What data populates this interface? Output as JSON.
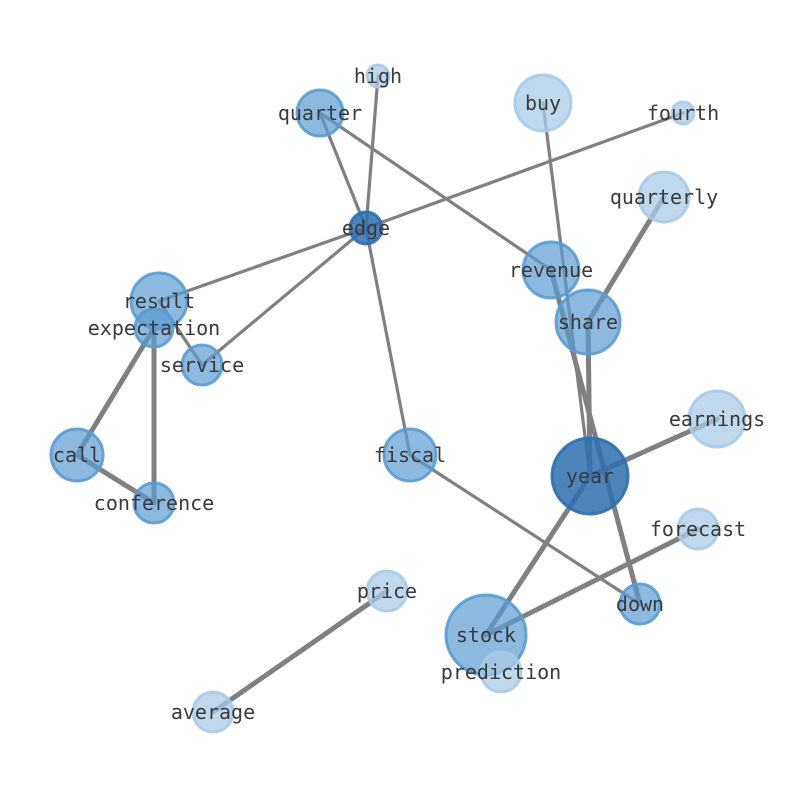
{
  "colors": {
    "edge": "#808080",
    "node_dark": "#2f6fb0",
    "node_mid": "#5a9bd1",
    "node_light": "#a9cbe6",
    "label": "#3a3a3a"
  },
  "nodes": [
    {
      "id": "high",
      "label": "high",
      "tone": "light"
    },
    {
      "id": "quarter",
      "label": "quarter",
      "tone": "mid"
    },
    {
      "id": "buy",
      "label": "buy",
      "tone": "light"
    },
    {
      "id": "fourth",
      "label": "fourth",
      "tone": "light"
    },
    {
      "id": "quarterly",
      "label": "quarterly",
      "tone": "light"
    },
    {
      "id": "edge",
      "label": "edge",
      "tone": "dark"
    },
    {
      "id": "revenue",
      "label": "revenue",
      "tone": "mid"
    },
    {
      "id": "result",
      "label": "result",
      "tone": "mid"
    },
    {
      "id": "share",
      "label": "share",
      "tone": "mid"
    },
    {
      "id": "expectation",
      "label": "expectation",
      "tone": "mid"
    },
    {
      "id": "service",
      "label": "service",
      "tone": "mid"
    },
    {
      "id": "earnings",
      "label": "earnings",
      "tone": "light"
    },
    {
      "id": "call",
      "label": "call",
      "tone": "mid"
    },
    {
      "id": "fiscal",
      "label": "fiscal",
      "tone": "mid"
    },
    {
      "id": "year",
      "label": "year",
      "tone": "dark"
    },
    {
      "id": "conference",
      "label": "conference",
      "tone": "mid"
    },
    {
      "id": "forecast",
      "label": "forecast",
      "tone": "light"
    },
    {
      "id": "price",
      "label": "price",
      "tone": "light"
    },
    {
      "id": "down",
      "label": "down",
      "tone": "mid"
    },
    {
      "id": "stock",
      "label": "stock",
      "tone": "mid"
    },
    {
      "id": "prediction",
      "label": "prediction",
      "tone": "light"
    },
    {
      "id": "average",
      "label": "average",
      "tone": "light"
    }
  ],
  "edges": [
    {
      "source": "high",
      "target": "edge",
      "weight": 1
    },
    {
      "source": "quarter",
      "target": "edge",
      "weight": 1
    },
    {
      "source": "quarter",
      "target": "revenue",
      "weight": 1
    },
    {
      "source": "fourth",
      "target": "edge",
      "weight": 1
    },
    {
      "source": "edge",
      "target": "result",
      "weight": 1
    },
    {
      "source": "edge",
      "target": "service",
      "weight": 1
    },
    {
      "source": "edge",
      "target": "fiscal",
      "weight": 1
    },
    {
      "source": "buy",
      "target": "year",
      "weight": 1
    },
    {
      "source": "quarterly",
      "target": "share",
      "weight": 2
    },
    {
      "source": "revenue",
      "target": "down",
      "weight": 2
    },
    {
      "source": "share",
      "target": "year",
      "weight": 2
    },
    {
      "source": "year",
      "target": "earnings",
      "weight": 2
    },
    {
      "source": "year",
      "target": "stock",
      "weight": 2
    },
    {
      "source": "result",
      "target": "service",
      "weight": 1
    },
    {
      "source": "expectation",
      "target": "call",
      "weight": 2
    },
    {
      "source": "expectation",
      "target": "conference",
      "weight": 2
    },
    {
      "source": "call",
      "target": "conference",
      "weight": 2
    },
    {
      "source": "fiscal",
      "target": "down",
      "weight": 1
    },
    {
      "source": "forecast",
      "target": "stock",
      "weight": 2
    },
    {
      "source": "price",
      "target": "average",
      "weight": 2
    }
  ]
}
